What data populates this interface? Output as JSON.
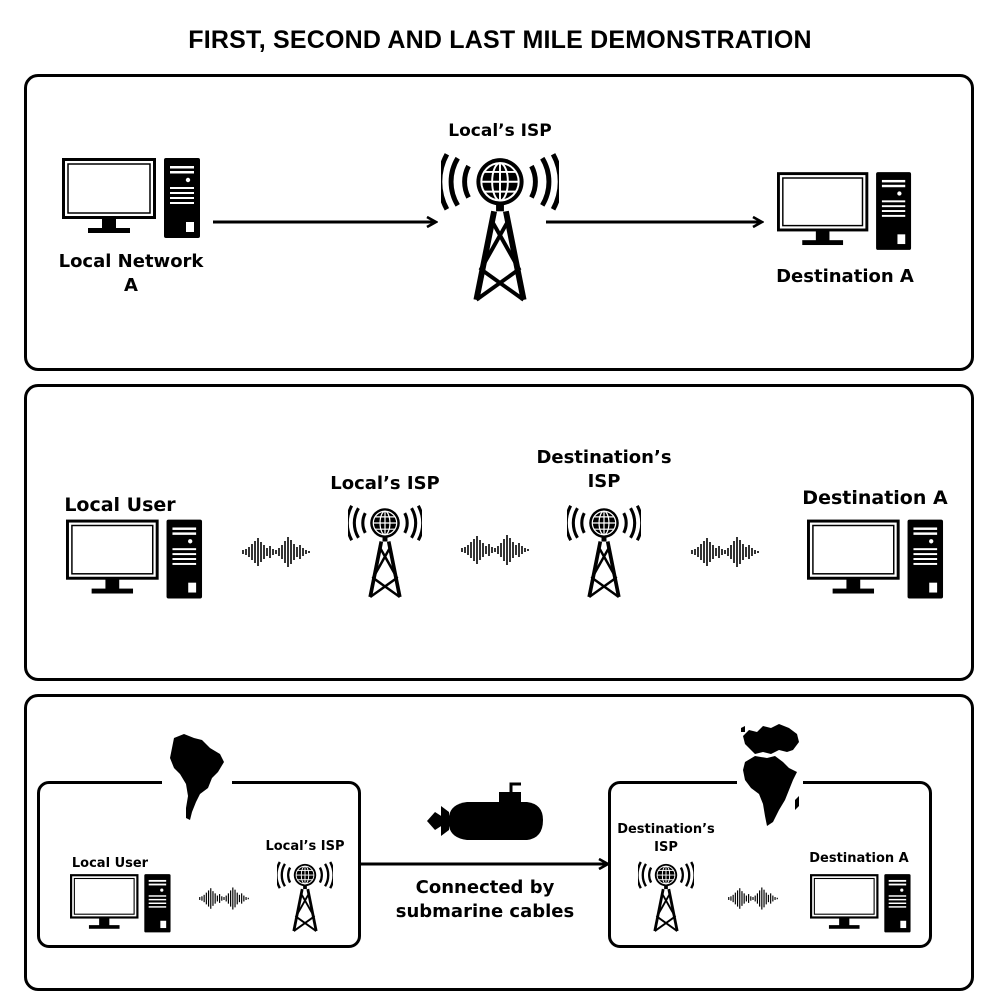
{
  "title": "FIRST, SECOND AND LAST MILE DEMONSTRATION",
  "panel1": {
    "source": "Local Network\nA",
    "isp": "Local’s ISP",
    "destination": "Destination A"
  },
  "panel2": {
    "source": "Local User",
    "isp_local": "Local’s ISP",
    "isp_destination": "Destination’s\nISP",
    "destination": "Destination A"
  },
  "panel3": {
    "source": "Local User",
    "isp_local": "Local’s ISP",
    "isp_destination": "Destination’s\nISP",
    "destination": "Destination A",
    "link_caption": "Connected by\nsubmarine cables"
  }
}
